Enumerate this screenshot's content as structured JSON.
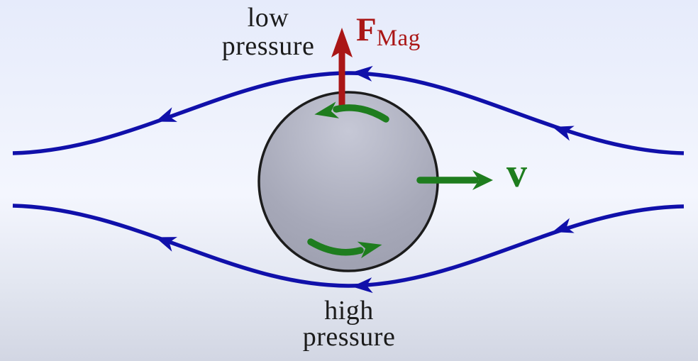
{
  "diagram": {
    "labels": {
      "low_pressure": {
        "line1": "low",
        "line2": "pressure"
      },
      "high_pressure": {
        "line1": "high",
        "line2": "pressure"
      },
      "magnus_force": {
        "symbol": "F",
        "subscript": "Mag"
      },
      "velocity": {
        "symbol": "v"
      }
    },
    "arrows": {
      "magnus_force_direction": "up",
      "velocity_direction": "right",
      "flow_direction": "left",
      "spin_top_direction": "left",
      "spin_bottom_direction": "right"
    },
    "colors": {
      "streamline": "#1010aa",
      "force": "#aa1616",
      "rotation_velocity": "#1e7d1e",
      "ball_light": "#c6c8d6",
      "ball_dark": "#999bab",
      "ball_outline": "#1c1c1c",
      "text": "#1b1b1b",
      "bg_top": "#e6ebfb",
      "bg_mid": "#f4f6fe",
      "bg_bottom": "#d2d6e3"
    }
  }
}
